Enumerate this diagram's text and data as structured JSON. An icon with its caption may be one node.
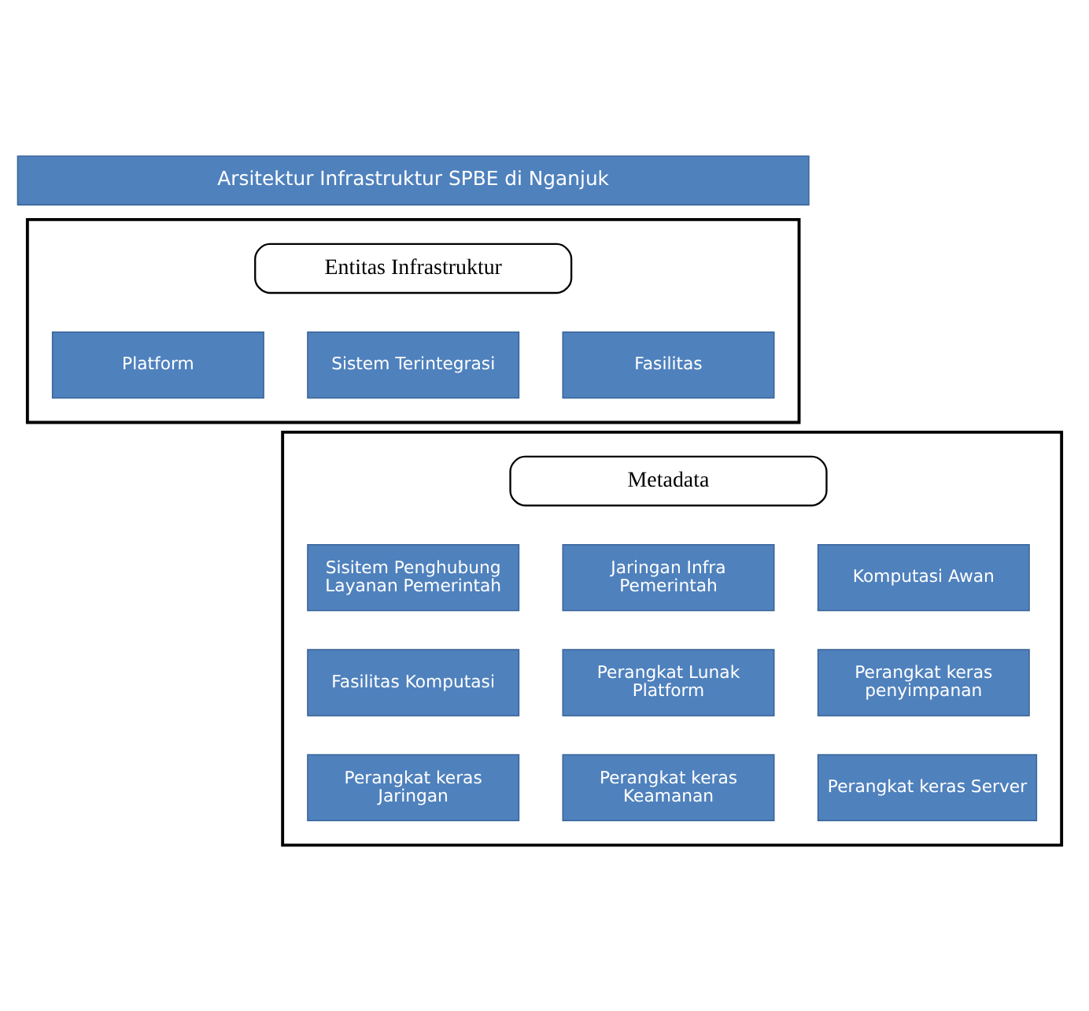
{
  "diagram": {
    "nodes": [
      {
        "text": [
          "Arsitektur Infrastruktur SPBE di Nganjuk"
        ]
      },
      {
        "text": [],
        "shape": "box"
      },
      {
        "text": [
          "Entitas Infrastruktur"
        ],
        "in": 1
      },
      {
        "text": [
          "Platform"
        ],
        "in": 1
      },
      {
        "text": [
          "Sistem Terintegrasi"
        ],
        "in": 1
      },
      {
        "text": [
          "Fasilitas"
        ],
        "in": 1
      },
      {
        "text": [],
        "shape": "box"
      },
      {
        "text": [
          "Metadata"
        ],
        "in": 6
      },
      {
        "text": [
          "Sisitem Penghubung Layanan Pemerintah"
        ],
        "in": 6
      },
      {
        "text": [
          "Jaringan Infra Pemerintah"
        ],
        "in": 6
      },
      {
        "text": [
          "Komputasi Awan"
        ],
        "in": 6
      },
      {
        "text": [
          "Fasilitas Komputasi"
        ],
        "in": 6
      },
      {
        "text": [
          "Perangkat Lunak Platform"
        ],
        "in": 6
      },
      {
        "text": [
          "Perangkat keras penyimpanan"
        ],
        "in": 6
      },
      {
        "text": [
          "Perangkat keras Jaringan"
        ],
        "in": 6
      },
      {
        "text": [
          "Perangkat keras Keamanan"
        ],
        "in": 6
      },
      {
        "text": [
          "Perangkat keras Server"
        ],
        "in": 6
      }
    ],
    "edges": []
  }
}
